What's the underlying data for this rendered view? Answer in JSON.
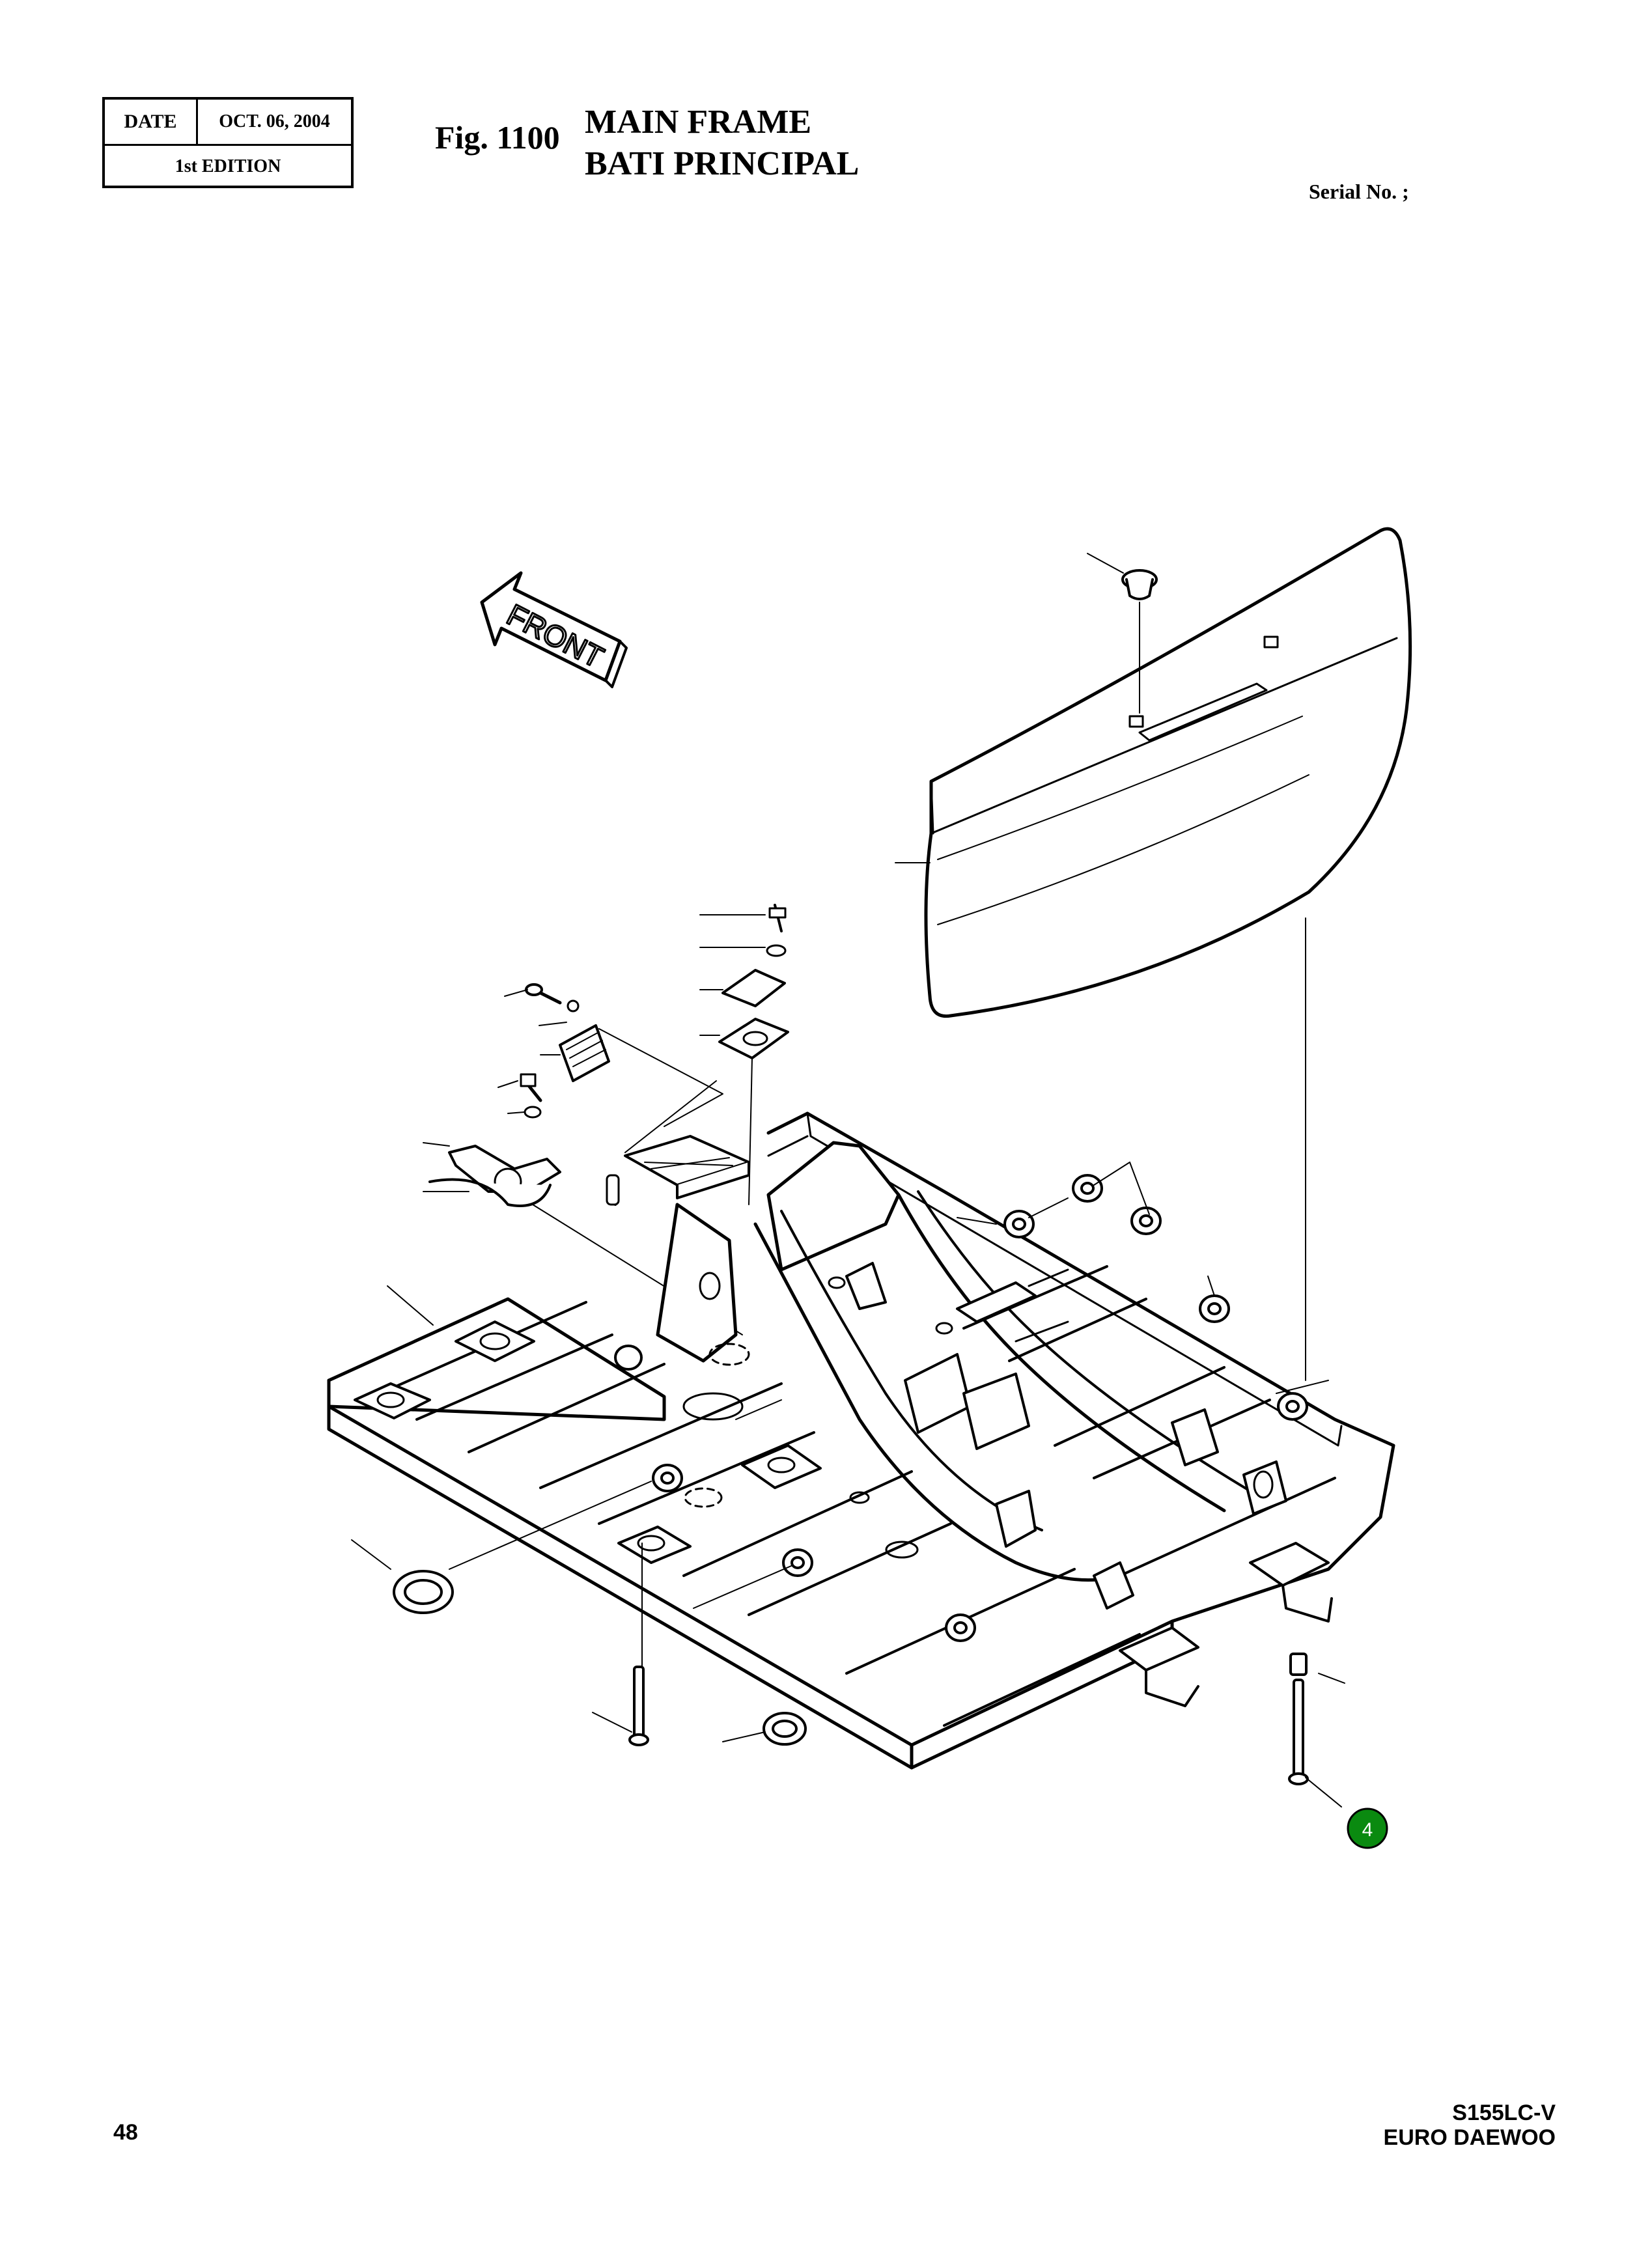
{
  "header": {
    "date_label": "DATE",
    "date_value": "OCT. 06, 2004",
    "edition": "1st EDITION",
    "fig_number": "Fig. 1100",
    "title_en": "MAIN FRAME",
    "title_fr": "BATI PRINCIPAL",
    "serial": "Serial No. ;"
  },
  "diagram": {
    "direction_label": "FRONT",
    "callout_number": "4",
    "callout_color": "#0a8a10"
  },
  "footer": {
    "page_number": "48",
    "model": "S155LC-V",
    "brand": "EURO DAEWOO"
  }
}
